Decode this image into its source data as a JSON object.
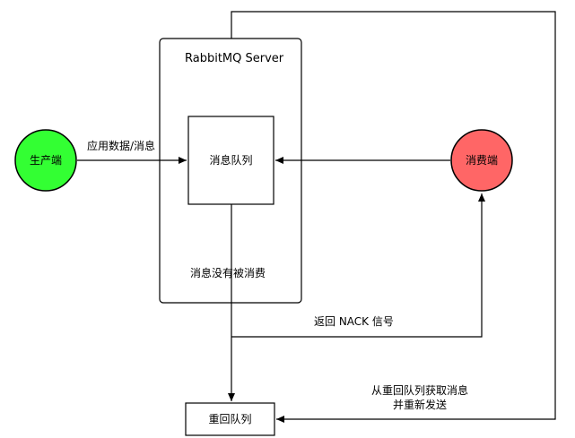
{
  "server": {
    "title": "RabbitMQ Server"
  },
  "nodes": {
    "producer": {
      "label": "生产端",
      "color": "#33ff33"
    },
    "consumer": {
      "label": "消费端",
      "color": "#ff6666"
    },
    "queue": {
      "label": "消息队列"
    },
    "retry_queue": {
      "label": "重回队列"
    }
  },
  "edges": {
    "producer_to_queue": "应用数据/消息",
    "not_consumed": "消息没有被消费",
    "nack_return": "返回 NACK 信号",
    "resend_line1": "从重回队列获取消息",
    "resend_line2": "并重新发送"
  }
}
